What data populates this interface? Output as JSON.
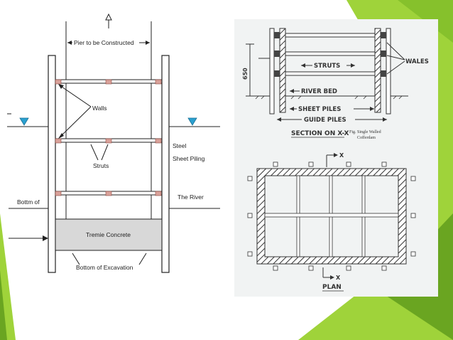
{
  "slide": {
    "accent_colors": {
      "light_green": "#9fd33a",
      "dark_green": "#6aa521",
      "mid_green": "#86c12c"
    }
  },
  "left_diagram": {
    "labels": {
      "pier": "Pier to be Constructed",
      "walls": "Walls",
      "struts": "Struts",
      "steel_line1": "Steel",
      "steel_line2": "Sheet Piling",
      "the_river": "The River",
      "bottom_of": "Bottm of",
      "tremie": "Tremie Concrete",
      "bottom_excavation": "Bottom of Excavation"
    },
    "colors": {
      "water_marker": "#2aa0d0",
      "strut_block": "#d9a19a",
      "concrete_fill": "#d8d8d8"
    }
  },
  "right_diagram": {
    "section_labels": {
      "struts": "STRUTS",
      "wales": "WALES",
      "river_bed": "RIVER BED",
      "sheet_piles": "SHEET PILES",
      "guide_piles": "GUIDE PILES",
      "dimension": "650",
      "section_title": "SECTION ON X-X",
      "fig_caption_line1": "Fig. Single Walled",
      "fig_caption_line2": "Cofferdam"
    },
    "plan_labels": {
      "x_top": "X",
      "x_bottom": "X",
      "plan_title": "PLAN"
    }
  }
}
